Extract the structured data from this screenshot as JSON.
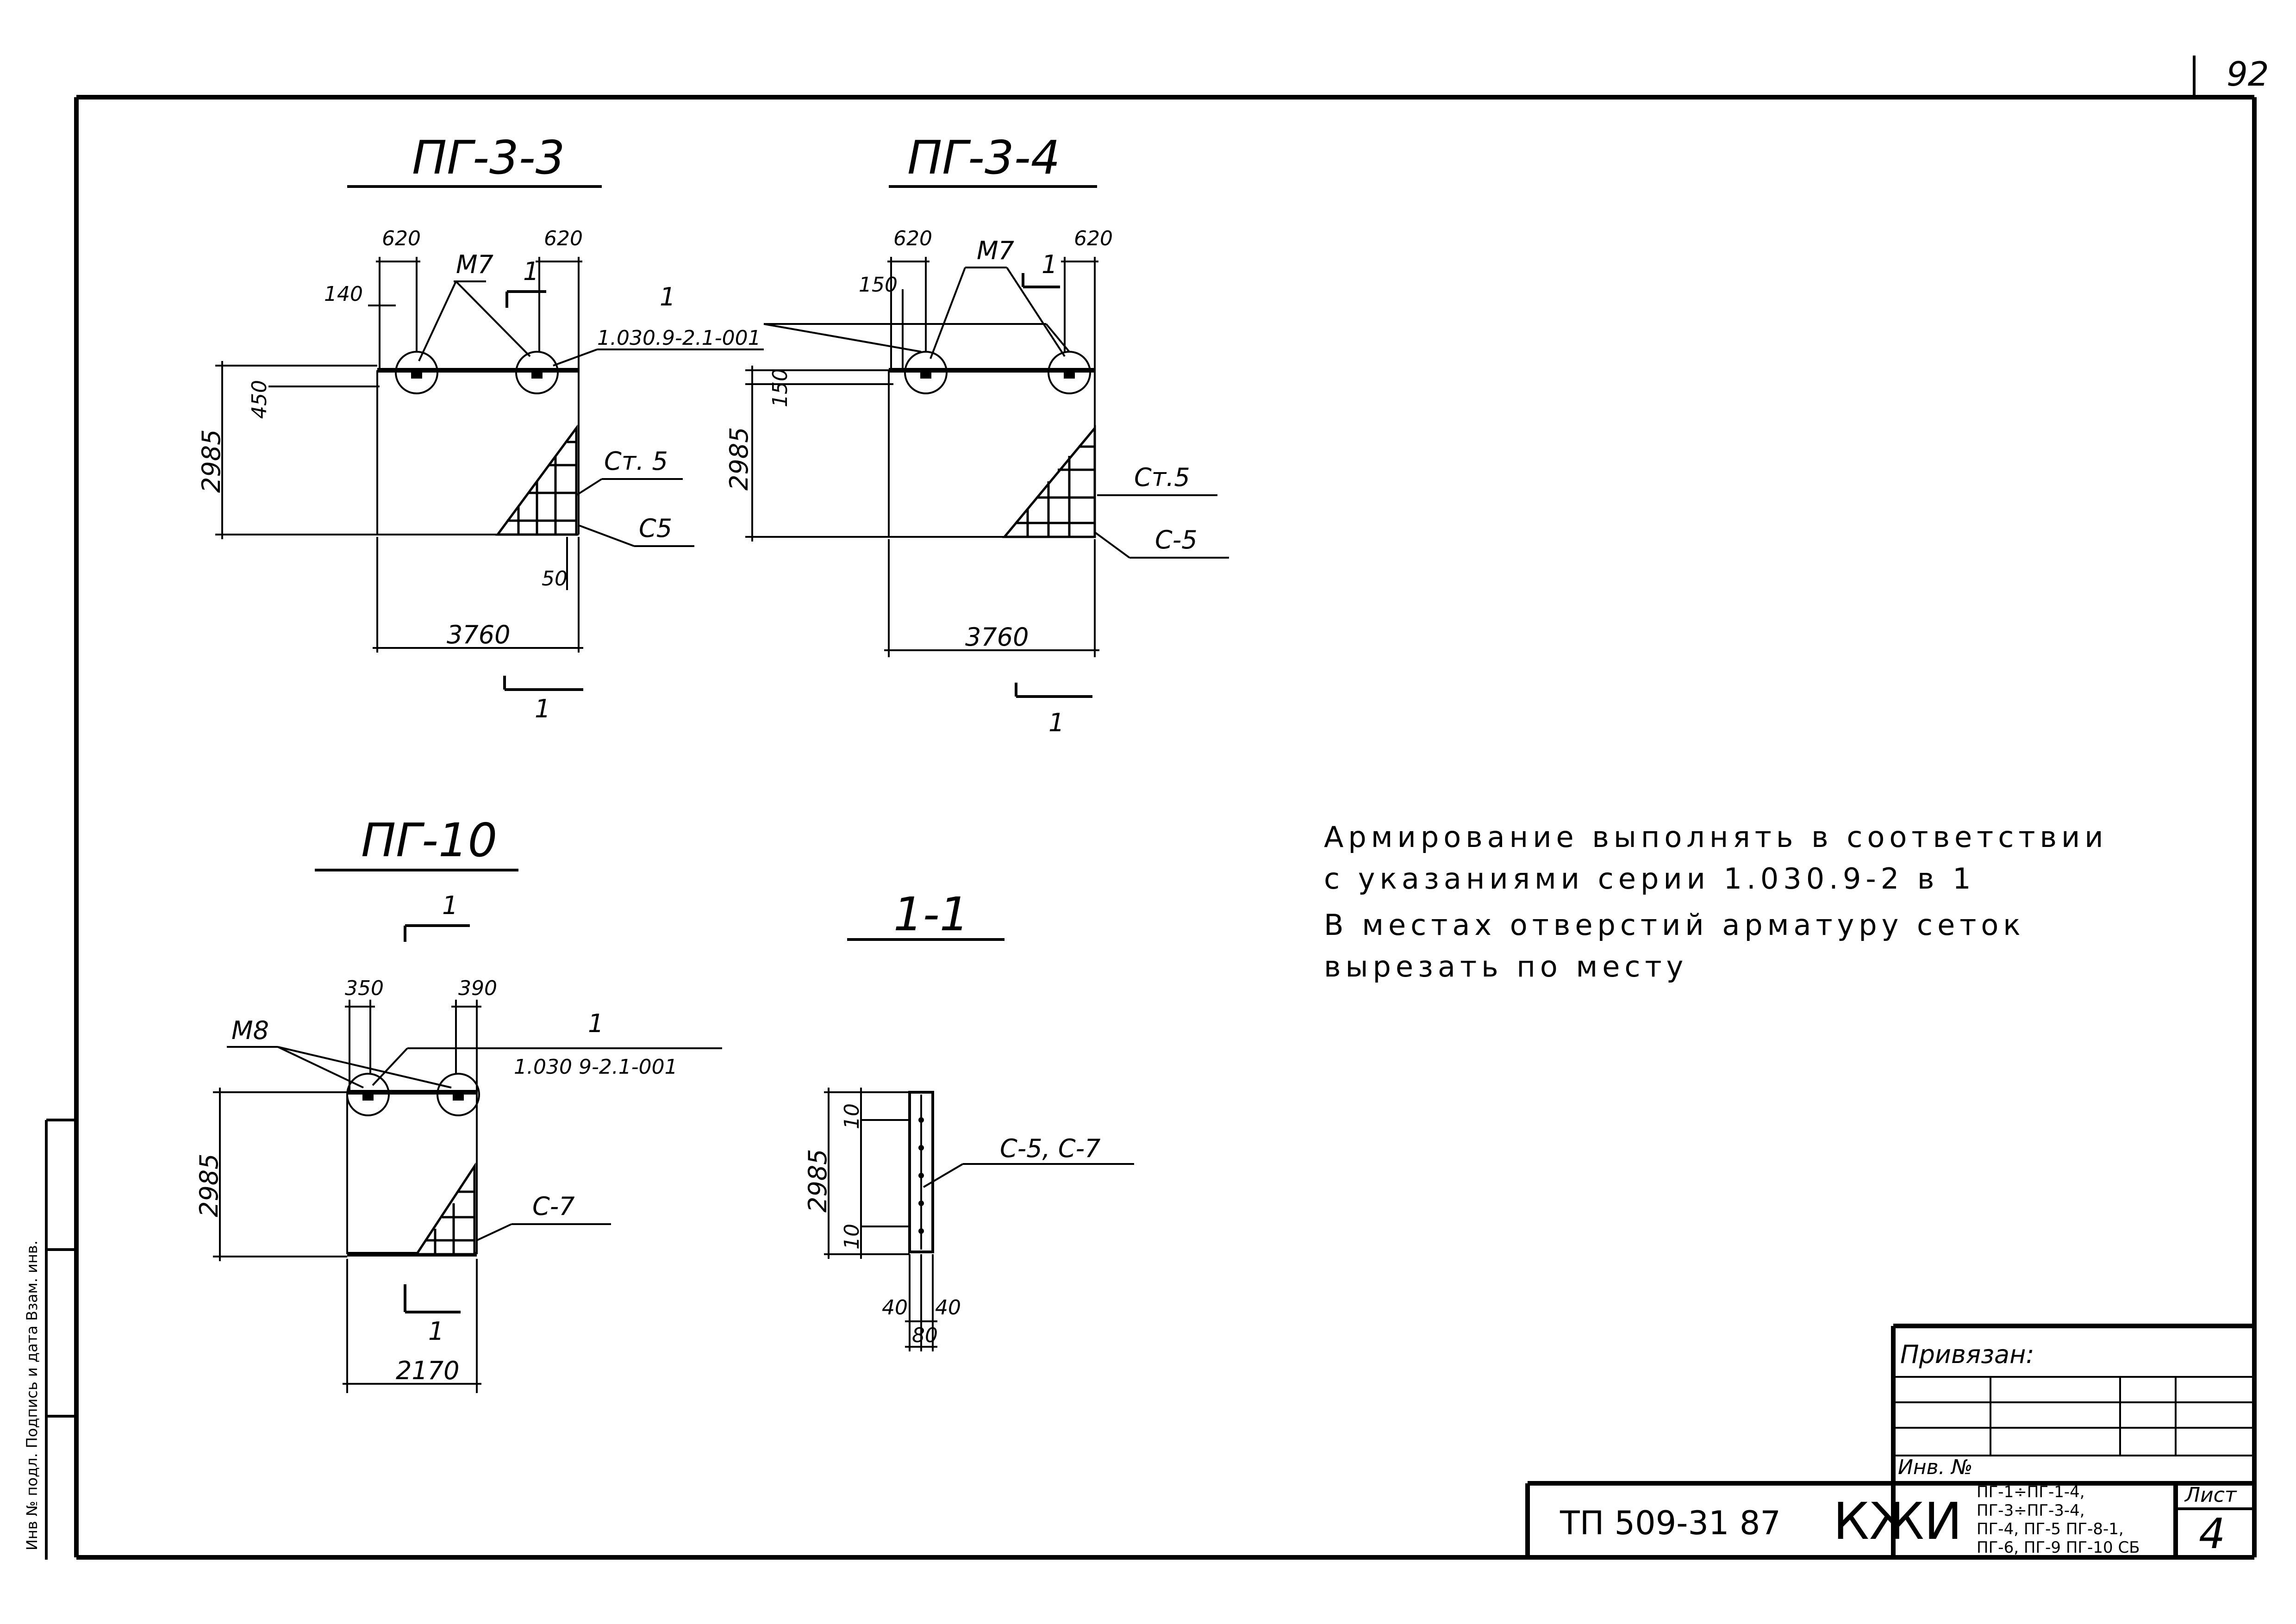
{
  "page_number": "92",
  "views": {
    "pg33": {
      "title": "ПГ-3-3",
      "dim_620_left": "620",
      "dim_620_right": "620",
      "dim_140": "140",
      "dim_450": "450",
      "dim_height": "2985",
      "dim_width": "3760",
      "dim_50": "50",
      "mark_m7": "М7",
      "section_mark": "1",
      "section_mark_bottom": "1",
      "callout_number": "1",
      "callout_ref": "1.030.9-2.1-001",
      "label_st": "Ст. 5",
      "label_c": "С5"
    },
    "pg34": {
      "title": "ПГ-3-4",
      "dim_620_left": "620",
      "dim_620_right": "620",
      "dim_150": "150",
      "dim_150_vert": "150",
      "dim_height": "2985",
      "dim_width": "3760",
      "mark_m7": "М7",
      "section_mark": "1",
      "section_mark_bottom": "1",
      "label_st": "Ст.5",
      "label_c": "С-5"
    },
    "pg10": {
      "title": "ПГ-10",
      "section_mark_top": "1",
      "dim_350": "350",
      "dim_390": "390",
      "mark_m8": "М8",
      "callout_number": "1",
      "callout_ref": "1.030 9-2.1-001",
      "dim_height": "2985",
      "label_c": "С-7",
      "section_mark_bottom": "1",
      "dim_width": "2170"
    },
    "sec11": {
      "title": "1-1",
      "dim_height": "2985",
      "dim_10_top": "10",
      "dim_10_bottom": "10",
      "label_c": "С-5, С-7",
      "dim_40_left": "40",
      "dim_40_right": "40",
      "dim_80": "80"
    }
  },
  "notes": {
    "line1": "Армирование выполнять в соответствии",
    "line2": "с указаниями серии 1.030.9-2 в 1",
    "line3": "В местах отверстий арматуру сеток",
    "line4": "вырезать по месту"
  },
  "side_strip": {
    "text": "Инв № подл. Подпись и дата Взам. инв."
  },
  "title_block": {
    "privyazan": "Привязан:",
    "inv_no": "Инв. №",
    "doc_code": "ТП 509-31 87",
    "mark": "КЖИ",
    "elements": [
      "ПГ-1÷ПГ-1-4,",
      "ПГ-3÷ПГ-3-4,",
      "ПГ-4, ПГ-5 ПГ-8-1,",
      "ПГ-6, ПГ-9 ПГ-10 СБ"
    ],
    "sheet_label": "Лист",
    "sheet_number": "4"
  }
}
